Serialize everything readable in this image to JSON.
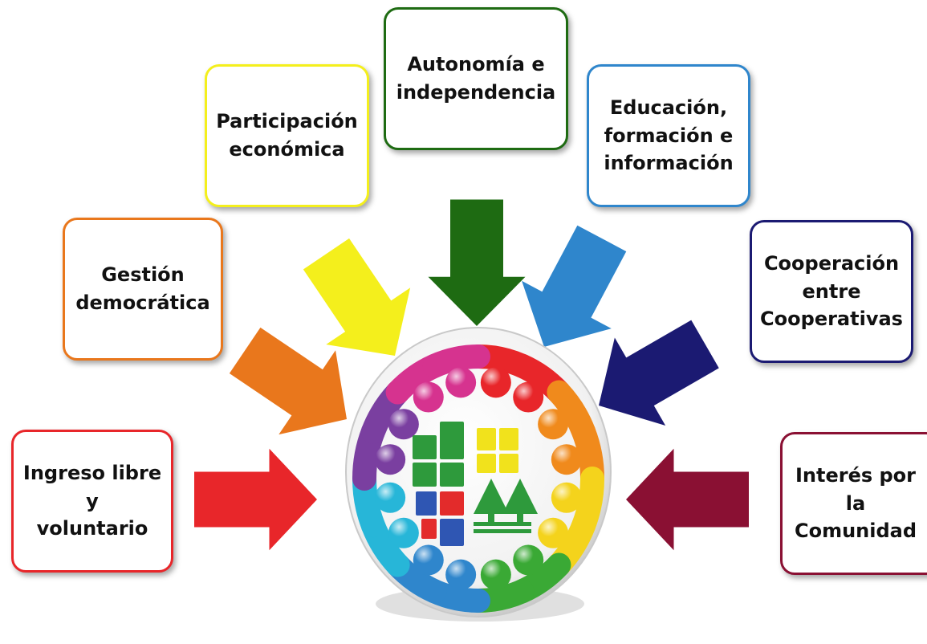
{
  "principles": [
    {
      "id": "ingreso",
      "text": "Ingreso libre y\nvoluntario",
      "color": "#e8262a"
    },
    {
      "id": "gestion",
      "text": "Gestión\ndemocrática",
      "color": "#e9771c"
    },
    {
      "id": "particip",
      "text": "Participación\neconómica",
      "color": "#f4ef1c"
    },
    {
      "id": "autonomia",
      "text": "Autonomía e\nindependencia",
      "color": "#1e6b12"
    },
    {
      "id": "educacion",
      "text": "Educación,\nformación e\ninformación",
      "color": "#2f86cc"
    },
    {
      "id": "cooper",
      "text": "Cooperación\nentre\nCooperativas",
      "color": "#1b1a72"
    },
    {
      "id": "interes",
      "text": "Interés por la\nComunidad",
      "color": "#8a1033"
    }
  ],
  "center": {
    "icon": "cooperative-people-circle-logo",
    "ring_colors": [
      "#e8262a",
      "#f08a1c",
      "#f4d31c",
      "#3aa935",
      "#2f86cc",
      "#27b6d8",
      "#7a3fa0",
      "#d6338f"
    ]
  }
}
